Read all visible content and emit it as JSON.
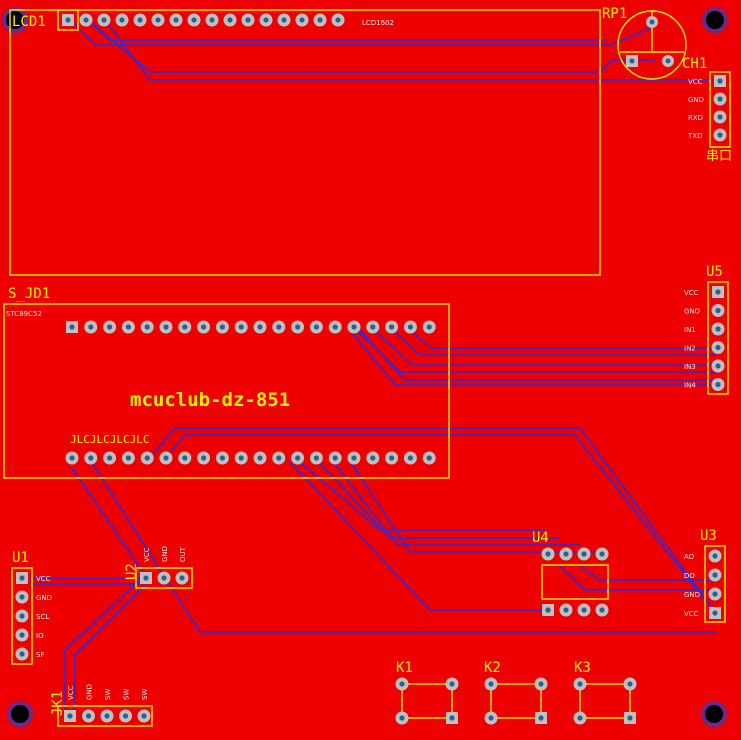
{
  "board": {
    "copper_color": "#ee0000",
    "silk_color": "#f6f000",
    "trace_color": "#2a2ae0",
    "pad_color": "#c0c0c0",
    "via_color": "#7a1a7a"
  },
  "labels": {
    "lcd": "LCD1",
    "lcd_part": "LCD1602",
    "rp": "RP1",
    "ch": "CH1",
    "serial": "串口",
    "u5": "U5",
    "sjd": "S_JD1",
    "title": "mcuclub-dz-851",
    "jlc": "JLCJLCJLCJLC",
    "u1": "U1",
    "u2": "U2",
    "u3": "U3",
    "u4": "U4",
    "jk1": "JK1",
    "k1": "K1",
    "k2": "K2",
    "k3": "K3"
  },
  "pin_labels": {
    "ch1": [
      "VCC",
      "GND",
      "RXD",
      "TXD"
    ],
    "u5": [
      "VCC",
      "GND",
      "IN1",
      "IN2",
      "IN3",
      "IN4"
    ],
    "u1": [
      "VCC",
      "GND",
      "SCL",
      "IO",
      "SF"
    ],
    "u2": [
      "VCC",
      "GND",
      "OUT"
    ],
    "u3": [
      "AO",
      "DO",
      "GND",
      "VCC"
    ],
    "jk1": [
      "VCC",
      "GND",
      "SW",
      "SW",
      "SW"
    ],
    "sjd_top_left": "STC89C52"
  }
}
